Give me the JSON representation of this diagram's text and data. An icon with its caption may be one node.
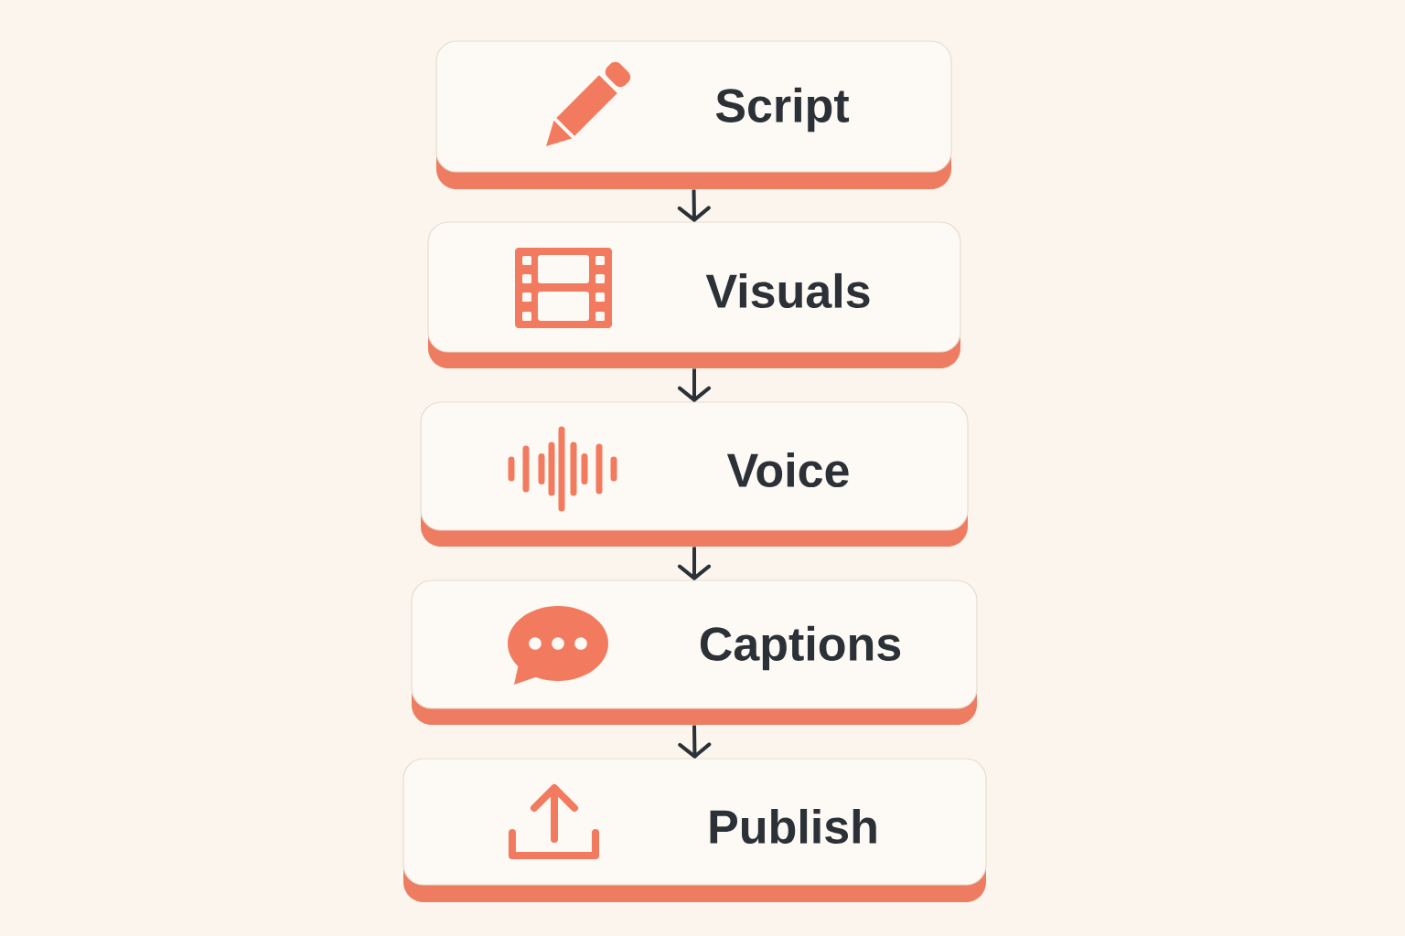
{
  "diagram": {
    "nodes": [
      {
        "text": [
          "Script"
        ]
      },
      {
        "text": [
          "Visuals"
        ]
      },
      {
        "text": [
          "Voice"
        ]
      },
      {
        "text": [
          "Captions"
        ]
      },
      {
        "text": [
          "Publish"
        ]
      }
    ],
    "edges": [
      {
        "from": 0,
        "to": 1,
        "arrow": "to"
      },
      {
        "from": 1,
        "to": 2,
        "arrow": "to"
      },
      {
        "from": 2,
        "to": 3,
        "arrow": "to"
      },
      {
        "from": 3,
        "to": 4,
        "arrow": "to"
      }
    ]
  }
}
